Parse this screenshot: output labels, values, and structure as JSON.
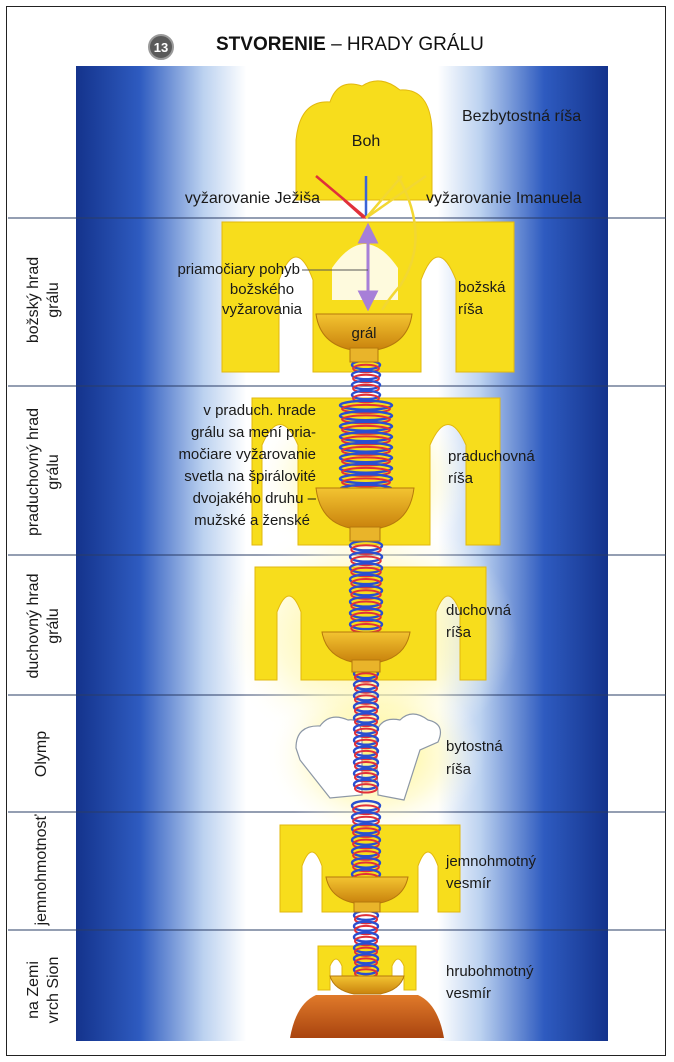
{
  "header": {
    "number": "13",
    "title_bold": "STVORENIE",
    "title_rest": " – HRADY GRÁLU"
  },
  "top": {
    "boh": "Boh",
    "bezbytostna": "Bezbytostná ríša",
    "vyzarovanie_jezisa": "vyžarovanie Ježiša",
    "vyzarovanie_imanuela": "vyžarovanie Imanuela"
  },
  "levels": {
    "bozsky": {
      "side": [
        "božský hrad",
        "grálu"
      ],
      "pohyb": [
        "priamočiary pohyb",
        "božského",
        "vyžarovania"
      ],
      "gral": "grál",
      "risa": [
        "božská",
        "ríša"
      ]
    },
    "praduchovny": {
      "side": [
        "praduchovný hrad",
        "grálu"
      ],
      "text": [
        "v praduch. hrade",
        "grálu sa mení pria-",
        "močiare vyžarovanie",
        "svetla na špirálovité",
        "dvojakého druhu –",
        "mužské a ženské"
      ],
      "risa": [
        "praduchovná",
        "ríša"
      ]
    },
    "duchovny": {
      "side": [
        "duchovný hrad",
        "grálu"
      ],
      "risa": [
        "duchovná",
        "ríša"
      ]
    },
    "olymp": {
      "side": [
        "Olymp"
      ],
      "risa": [
        "bytostná",
        "ríša"
      ]
    },
    "jemnohmotny": {
      "side": [
        "jemnohmotnosť"
      ],
      "risa": [
        "jemnohmotný",
        "vesmír"
      ]
    },
    "hrubohmotny": {
      "side": [
        "na Zemi",
        "vrch Sion"
      ],
      "risa": [
        "hrubohmotný",
        "vesmír"
      ]
    }
  },
  "colors": {
    "blue_edge": "#1a3f9c",
    "gold": "#f7dd1c",
    "gold_dark": "#d89a12",
    "red_spiral": "#e0303a",
    "blue_spiral": "#2a4fd0",
    "violet": "#a77fd8",
    "mountain": "#c75a1e"
  }
}
